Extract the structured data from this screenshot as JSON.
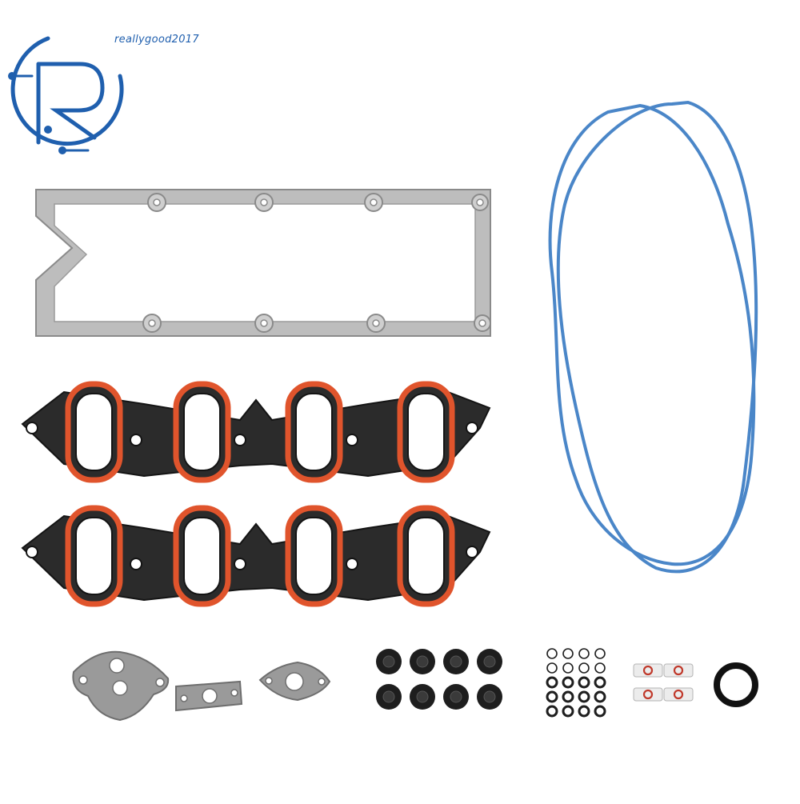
{
  "watermark": {
    "text": "reallygood2017",
    "logo_icon": "r-circuit-logo-icon",
    "color": "#1f5fae"
  },
  "photo": {
    "background": "#ffffff",
    "items": [
      {
        "name": "valley-cover-gasket",
        "color": "#b3b3b3"
      },
      {
        "name": "intake-manifold-gasket-upper",
        "color": "#e0542c"
      },
      {
        "name": "intake-manifold-gasket-lower",
        "color": "#e0542c"
      },
      {
        "name": "valve-cover-gasket-loop-blue",
        "color": "#4a86c8"
      },
      {
        "name": "egr-gasket-three-hole",
        "color": "#9a9a9a"
      },
      {
        "name": "egr-gasket-small",
        "color": "#9a9a9a"
      },
      {
        "name": "egr-gasket-oval",
        "color": "#9a9a9a"
      },
      {
        "name": "valve-stem-seals",
        "count": 8,
        "color": "#1e1e1e"
      },
      {
        "name": "o-rings",
        "count": 20,
        "color": "#1e1e1e"
      },
      {
        "name": "fuel-injector-seals",
        "count": 4,
        "color": "#c0392b"
      },
      {
        "name": "rear-main-seal-ring",
        "color": "#111111"
      }
    ]
  }
}
